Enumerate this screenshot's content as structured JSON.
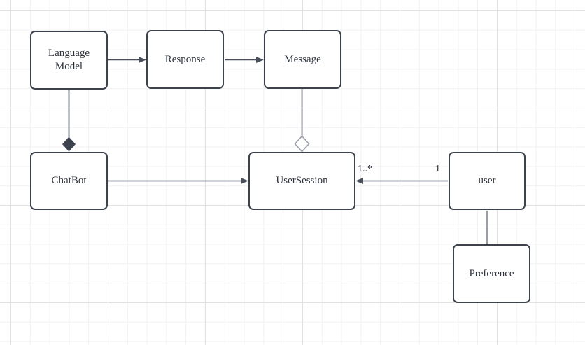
{
  "diagram": {
    "kind": "uml-class-diagram",
    "nodes": [
      {
        "label": "Language Model"
      },
      {
        "label": "Response"
      },
      {
        "label": "Message"
      },
      {
        "label": "ChatBot"
      },
      {
        "label": "UserSession"
      },
      {
        "label": "user"
      },
      {
        "label": "Preference"
      }
    ],
    "edges": [
      {
        "from": "Language Model",
        "to": "Response",
        "type": "directed-arrow"
      },
      {
        "from": "Response",
        "to": "Message",
        "type": "directed-arrow"
      },
      {
        "from": "Language Model",
        "to": "ChatBot",
        "type": "composition-filled-diamond"
      },
      {
        "from": "Message",
        "to": "UserSession",
        "type": "aggregation-hollow-diamond"
      },
      {
        "from": "ChatBot",
        "to": "UserSession",
        "type": "directed-arrow"
      },
      {
        "from": "user",
        "to": "UserSession",
        "type": "directed-arrow",
        "source_label": "1",
        "target_label": "1..*"
      },
      {
        "from": "user",
        "to": "Preference",
        "type": "plain-line"
      }
    ],
    "colors": {
      "background": "#ffffff",
      "grid_minor": "#f1f1f3",
      "grid_major": "#e1e1e4",
      "node_border": "#3d434d",
      "node_fill": "#ffffff",
      "dark_edge": "#4a505b",
      "gray_edge": "#9a9ea6",
      "text": "#2d323b"
    }
  }
}
